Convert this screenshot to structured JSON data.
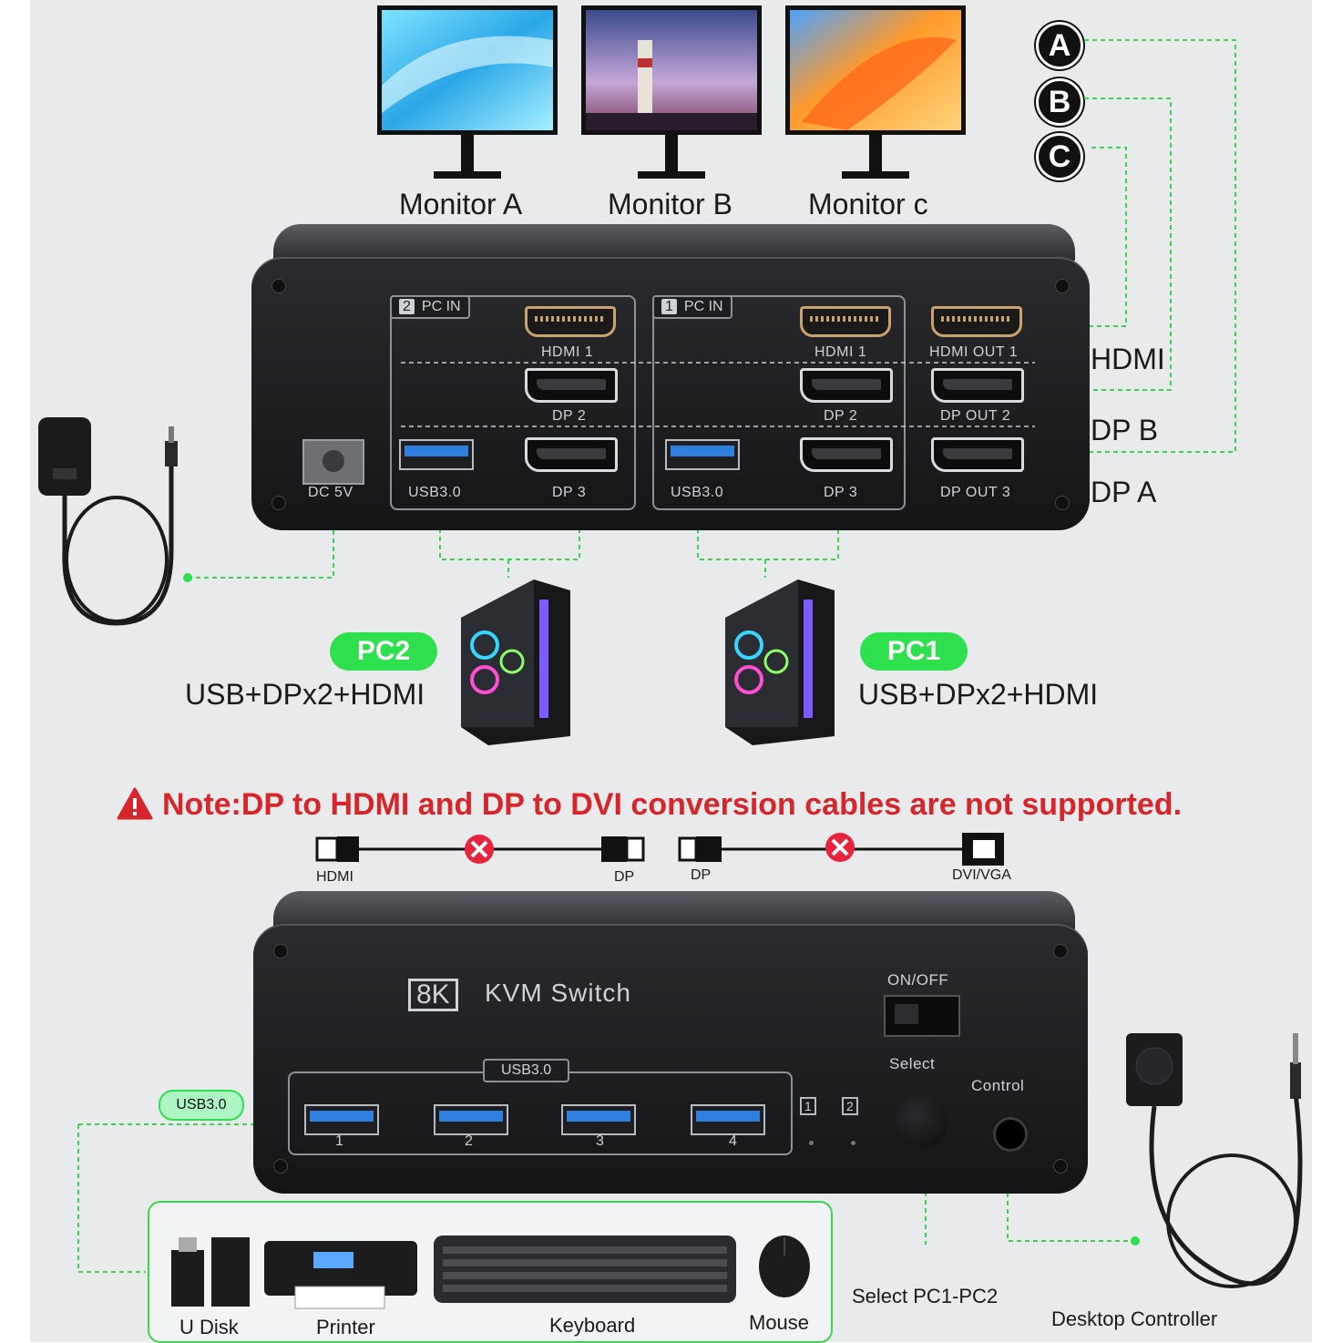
{
  "monitors": [
    {
      "label": "Monitor A"
    },
    {
      "label": "Monitor B"
    },
    {
      "label": "Monitor c"
    }
  ],
  "circle_labels": [
    "A",
    "B",
    "C"
  ],
  "output_labels": {
    "hdmi": "HDMI",
    "dp_b": "DP B",
    "dp_a": "DP A"
  },
  "back_panel": {
    "pc2_tag": "PC IN",
    "pc2_num": "2",
    "pc1_tag": "PC IN",
    "pc1_num": "1",
    "hdmi1": "HDMI 1",
    "dp2": "DP 2",
    "dp3": "DP 3",
    "usb30": "USB3.0",
    "hdmi_out1": "HDMI OUT 1",
    "dp_out2": "DP OUT 2",
    "dp_out3": "DP OUT 3",
    "dc5v": "DC 5V"
  },
  "pcs": [
    {
      "name": "PC2",
      "desc": "USB+DPx2+HDMI"
    },
    {
      "name": "PC1",
      "desc": "USB+DPx2+HDMI"
    }
  ],
  "note": {
    "text": "Note:DP to HDMI and DP to DVI conversion cables are not supported.",
    "color": "#d6262b"
  },
  "cables": [
    {
      "left": "HDMI",
      "right": "DP"
    },
    {
      "left": "DP",
      "right": "DVI/VGA"
    }
  ],
  "front_panel": {
    "brand": "8K",
    "title": "KVM Switch",
    "onoff": "ON/OFF",
    "select": "Select",
    "control": "Control",
    "usb_group": "USB3.0",
    "ports": [
      "1",
      "2",
      "3",
      "4"
    ],
    "leds": [
      "1",
      "2"
    ]
  },
  "usb_badge": "USB3.0",
  "peripherals": [
    "U Disk",
    "Printer",
    "Keyboard",
    "Mouse"
  ],
  "select_caption": "Select PC1-PC2",
  "controller_caption": "Desktop Controller",
  "colors": {
    "accent_green": "#2ee04d",
    "dashed_line": "#3bd44d",
    "warning": "#d6262b"
  }
}
